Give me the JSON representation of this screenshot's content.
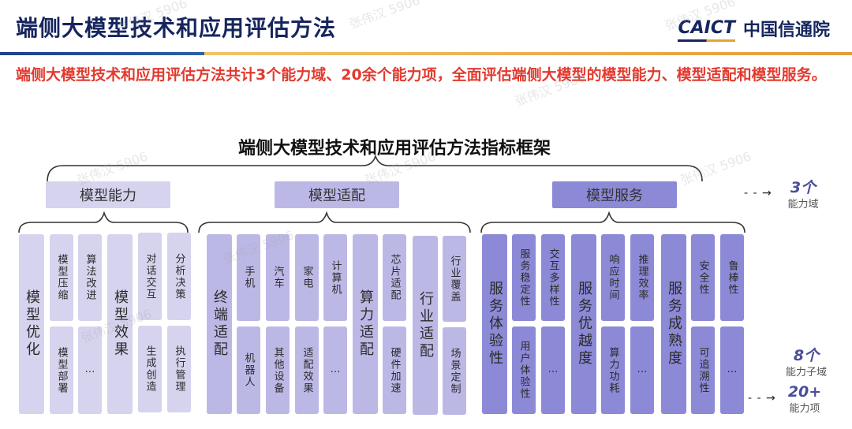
{
  "header": {
    "title": "端侧大模型技术和应用评估方法",
    "logo_en": "CAICT",
    "logo_cn": "中国信通院"
  },
  "summary": "端侧大模型技术和应用评估方法共计3个能力域、20余个能力项，全面评估端侧大模型的模型能力、模型适配和模型服务。",
  "framework": {
    "title": "端侧大模型技术和应用评估方法指标框架",
    "domains": [
      {
        "label": "模型能力",
        "color": "#d6d3ee",
        "subdomains": [
          {
            "label": "模型优化",
            "items": [
              "模型压缩",
              "模型部署",
              "算法改进",
              "…"
            ]
          },
          {
            "label": "模型效果",
            "items": [
              "对话交互",
              "生成创造",
              "分析决策",
              "执行管理"
            ]
          }
        ]
      },
      {
        "label": "模型适配",
        "color": "#bcb8e6",
        "subdomains": [
          {
            "label": "终端适配",
            "items": [
              "手机",
              "机器人",
              "汽车",
              "其他设备",
              "家电",
              "适配效果",
              "计算机",
              "…"
            ]
          },
          {
            "label": "算力适配",
            "items": [
              "芯片适配",
              "硬件加速"
            ]
          },
          {
            "label": "行业适配",
            "items": [
              "行业覆盖",
              "场景定制"
            ]
          }
        ]
      },
      {
        "label": "模型服务",
        "color": "#8c8ad6",
        "subdomains": [
          {
            "label": "服务体验性",
            "items": [
              "服务稳定性",
              "用户体验性",
              "交互多样性",
              "…"
            ]
          },
          {
            "label": "服务优越度",
            "items": [
              "响应时间",
              "算力功耗",
              "推理效率",
              "…"
            ]
          },
          {
            "label": "服务成熟度",
            "items": [
              "安全性",
              "可追溯性",
              "鲁棒性",
              "…"
            ]
          }
        ]
      }
    ]
  },
  "legend": {
    "domains": {
      "count": "3个",
      "label": "能力域"
    },
    "subdomains": {
      "count": "8个",
      "label": "能力子域"
    },
    "items": {
      "count": "20+",
      "label": "能力项"
    },
    "arrow": "- - →"
  },
  "watermark": "张伟汉 5906"
}
